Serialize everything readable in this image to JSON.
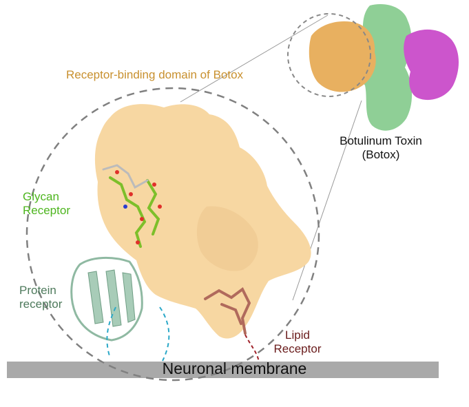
{
  "labels": {
    "domain_title": "Receptor-binding domain of Botox",
    "toxin_name": "Botulinum Toxin (Botox)",
    "glycan": "Glycan Receptor",
    "protein": "Protein receptor",
    "lipid": "Lipid Receptor",
    "membrane": "Neuronal membrane"
  },
  "colors": {
    "domain_surface": "#f7d7a2",
    "toxin_orange": "#e8b060",
    "toxin_green": "#8fcf96",
    "toxin_magenta": "#cc55cc",
    "glycan_green": "#7dbf2a",
    "protein_ribbon": "#a8ccb8",
    "lipid": "#b06a5c",
    "membrane": "#a9a9a9",
    "tether_cyan": "#2aa8c8",
    "tether_red": "#a0222a",
    "label_gold": "#c8902e",
    "label_glycan": "#4db51e",
    "label_protein": "#4e7a5c",
    "label_lipid": "#6a1c1c"
  }
}
